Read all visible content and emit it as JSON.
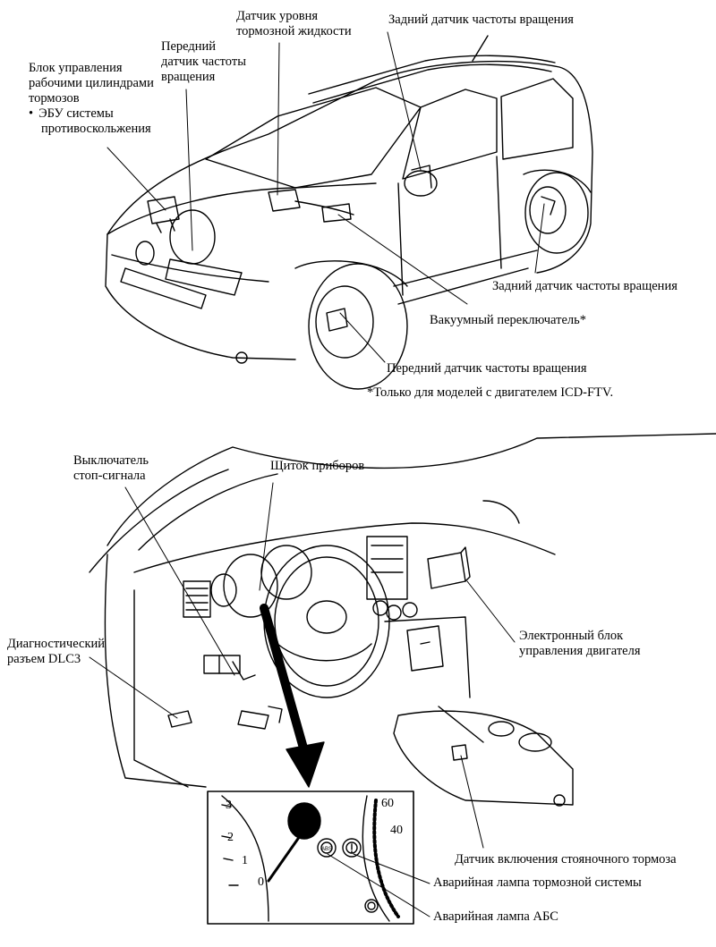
{
  "top": {
    "brake_actuator": {
      "line1": "Блок управления",
      "line2": "рабочими цилиндрами",
      "line3": "тормозов",
      "line4": "ЭБУ системы",
      "line5": "противоскольжения"
    },
    "front_sensor_top": {
      "line1": "Передний",
      "line2": "датчик частоты",
      "line3": "вращения"
    },
    "brake_fluid_level": {
      "line1": "Датчик уровня",
      "line2": "тормозной жидкости"
    },
    "rear_sensor_top": "Задний датчик частоты вращения",
    "rear_sensor_right": "Задний датчик частоты вращения",
    "vacuum_switch": "Вакуумный переключатель*",
    "front_sensor_bottom": "Передний датчик частоты вращения",
    "footnote": "*Только для моделей с двигателем ICD-FTV."
  },
  "bottom": {
    "stop_light_switch": {
      "line1": "Выключатель",
      "line2": "стоп-сигнала"
    },
    "instrument_panel": "Щиток приборов",
    "dlc3": {
      "line1": "Диагностический",
      "line2": "разъем DLC3"
    },
    "ecm": {
      "line1": "Электронный блок",
      "line2": "управления двигателя"
    },
    "parking_brake_switch": "Датчик включения стояночного тормоза",
    "brake_warning_lamp": "Аварийная лампа тормозной системы",
    "abs_warning_lamp": "Аварийная лампа АБС"
  },
  "gauge": {
    "tach_ticks": [
      "3",
      "2",
      "1",
      "0"
    ],
    "speed_ticks": [
      "60",
      "40"
    ],
    "abs_symbol": "ABS",
    "brake_symbol": "(!)"
  }
}
